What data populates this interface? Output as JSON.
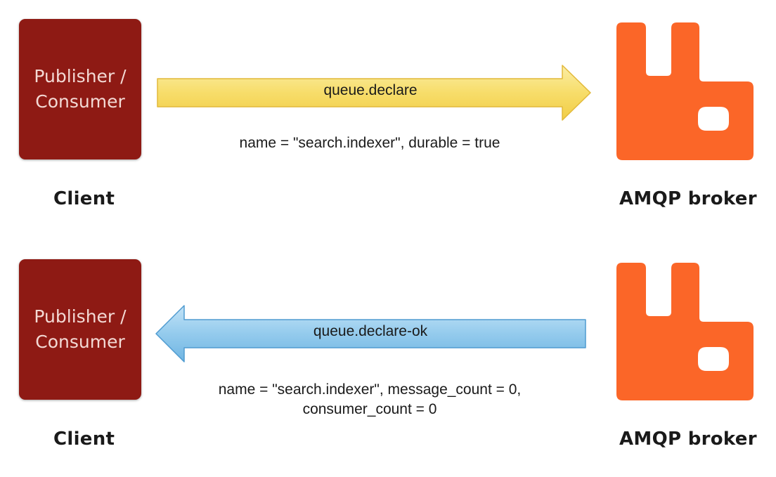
{
  "diagram": {
    "colors": {
      "client_box": "#8e1a14",
      "client_text": "#f3d9d4",
      "broker_logo": "#fb6628",
      "request_arrow": "#f7e07a",
      "response_arrow": "#8fc8ec"
    },
    "rows": [
      {
        "client": {
          "box_label": "Publisher /\nConsumer",
          "caption": "Client"
        },
        "arrow": {
          "direction": "right",
          "label": "queue.declare"
        },
        "params": [
          "name = \"search.indexer\", durable = true"
        ],
        "broker": {
          "icon": "rabbitmq-logo-icon",
          "caption": "AMQP broker"
        }
      },
      {
        "client": {
          "box_label": "Publisher /\nConsumer",
          "caption": "Client"
        },
        "arrow": {
          "direction": "left",
          "label": "queue.declare-ok"
        },
        "params": [
          "name = \"search.indexer\", message_count = 0,",
          "consumer_count = 0"
        ],
        "broker": {
          "icon": "rabbitmq-logo-icon",
          "caption": "AMQP broker"
        }
      }
    ]
  }
}
